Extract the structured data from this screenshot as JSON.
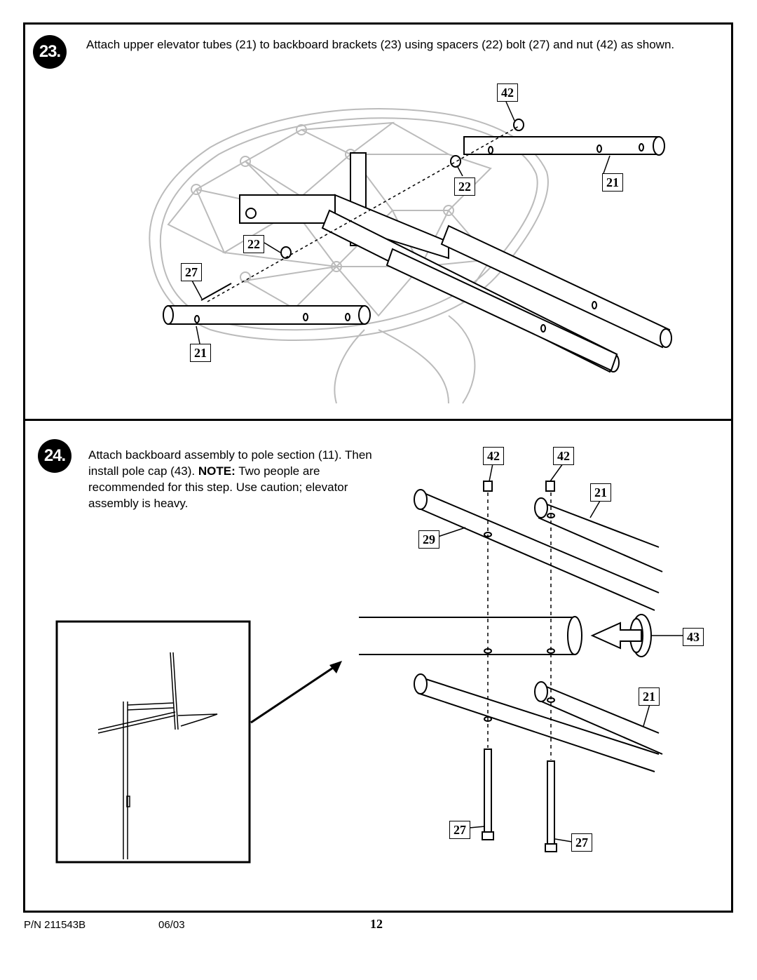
{
  "steps": [
    {
      "number": "23.",
      "text": "Attach upper elevator tubes (21) to backboard brackets (23) using spacers (22) bolt (27) and nut (42) as shown.",
      "callouts": [
        "42",
        "22",
        "21",
        "22",
        "27",
        "21"
      ]
    },
    {
      "number": "24.",
      "text_before_note": "Attach backboard assembly to pole section (11). Then install pole cap (43).",
      "note_label": "NOTE:",
      "text_after_note": "Two people are recommended for this step.  Use caution; elevator assembly is heavy.",
      "callouts": [
        "42",
        "42",
        "21",
        "29",
        "43",
        "21",
        "27",
        "27"
      ]
    }
  ],
  "footer": {
    "part_number": "P/N 211543B",
    "date": "06/03",
    "page_number": "12"
  }
}
